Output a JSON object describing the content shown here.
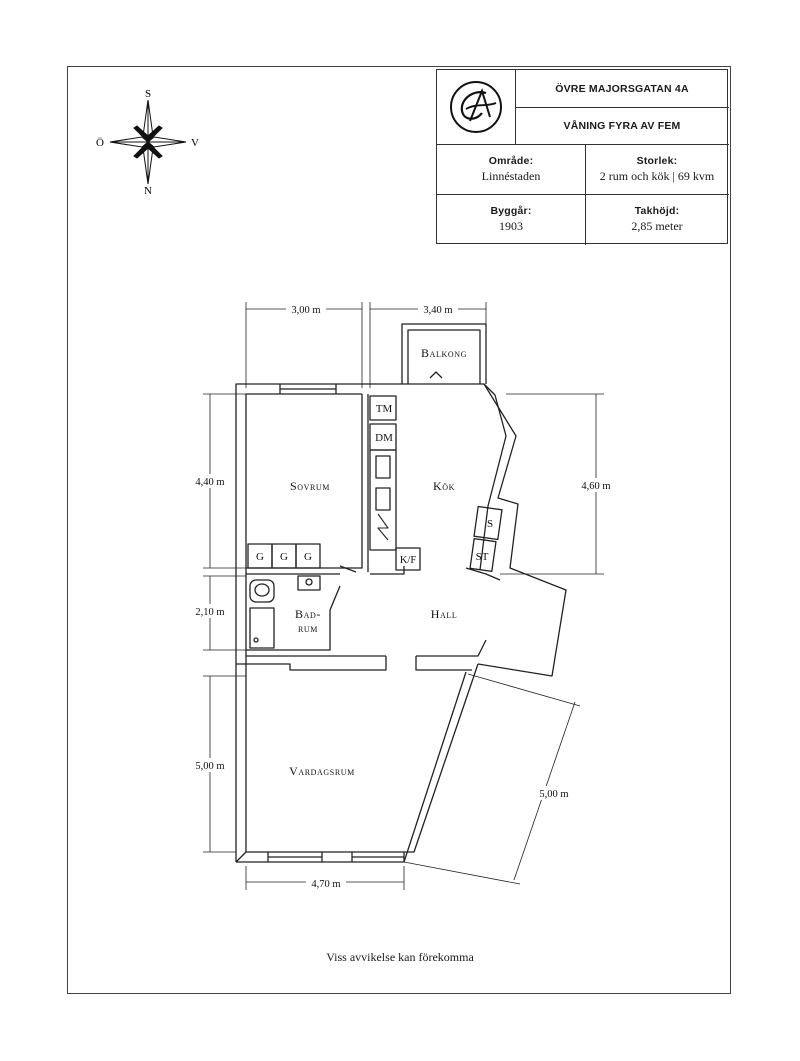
{
  "header": {
    "address": "ÖVRE MAJORSGATAN 4A",
    "floor": "VÅNING FYRA AV FEM",
    "omrade_label": "Område:",
    "omrade_value": "Linnéstaden",
    "storlek_label": "Storlek:",
    "storlek_value": "2 rum och kök | 69 kvm",
    "byggar_label": "Byggår:",
    "byggar_value": "1903",
    "takhojd_label": "Takhöjd:",
    "takhojd_value": "2,85 meter"
  },
  "compass": {
    "s": "S",
    "o": "Ö",
    "v": "V",
    "n": "N"
  },
  "rooms": {
    "balkong": "Balkong",
    "sovrum": "Sovrum",
    "kok": "Kök",
    "hall": "Hall",
    "bad_1": "Bad-",
    "bad_2": "rum",
    "vardagsrum": "Vardagsrum"
  },
  "fixtures": {
    "tm": "TM",
    "dm": "DM",
    "kf": "K/F",
    "s": "S",
    "st": "ST",
    "g1": "G",
    "g2": "G",
    "g3": "G"
  },
  "dimensions": {
    "top_left": "3,00 m",
    "top_right": "3,40 m",
    "left_upper": "4,40 m",
    "left_middle": "2,10 m",
    "left_lower": "5,00 m",
    "right_upper": "4,60 m",
    "right_lower": "5,00 m",
    "bottom": "4,70 m"
  },
  "footer": {
    "note": "Viss avvikelse kan förekomma"
  }
}
